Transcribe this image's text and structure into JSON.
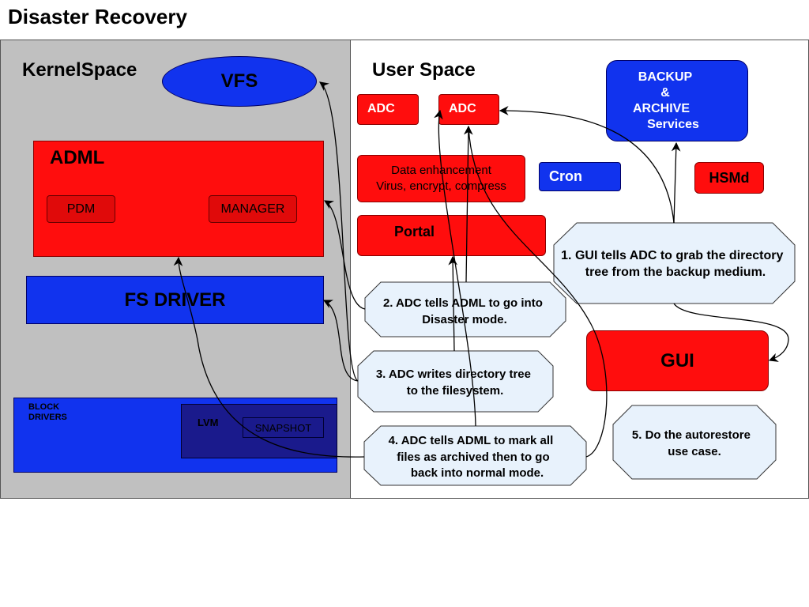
{
  "title": "Disaster Recovery",
  "kernel": {
    "label": "KernelSpace",
    "vfs": "VFS",
    "adml": {
      "label": "ADML",
      "pdm": "PDM",
      "manager": "MANAGER"
    },
    "fs_driver": "FS DRIVER",
    "block_drivers": [
      "BLOCK",
      "DRIVERS"
    ],
    "lvm": "LVM",
    "snapshot": "SNAPSHOT"
  },
  "user": {
    "label": "User Space",
    "adc_a": "ADC",
    "adc_b": "ADC",
    "backup": [
      "BACKUP",
      "&",
      "ARCHIVE",
      "Services"
    ],
    "data_enhancement": [
      "Data enhancement",
      "Virus, encrypt, compress"
    ],
    "cron": "Cron",
    "hsmd": "HSMd",
    "portal": "Portal",
    "gui": "GUI"
  },
  "steps": [
    [
      "1. GUI tells ADC to grab the directory",
      "tree from the backup medium."
    ],
    [
      "2. ADC tells ADML to go into",
      "Disaster mode."
    ],
    [
      "3. ADC writes directory tree",
      "to the filesystem."
    ],
    [
      "4. ADC tells ADML to mark all",
      "files as archived then to go",
      "back into normal mode."
    ],
    [
      "5. Do the autorestore",
      "use case."
    ]
  ],
  "colors": {
    "red": "#ff0d0d",
    "blue": "#1133ee",
    "panel_gray": "#c0c0c0",
    "note_fill": "#e8f2fc"
  }
}
